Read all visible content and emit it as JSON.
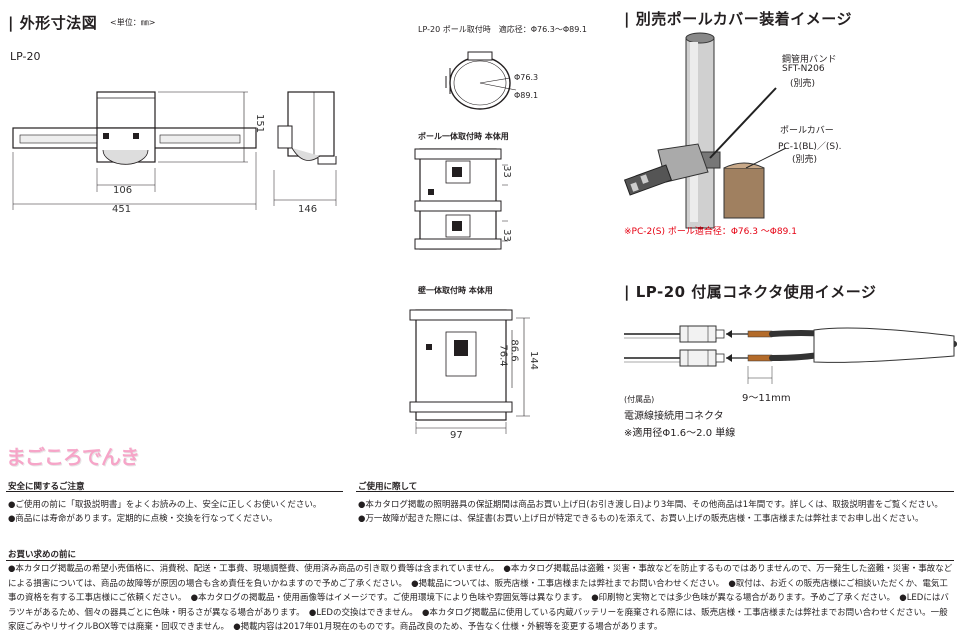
{
  "left": {
    "title": "| 外形寸法図",
    "unit": "<単位：㎜>",
    "model": "LP-20",
    "dims": {
      "d151": "151",
      "d106": "106",
      "d451": "451",
      "d146": "146"
    }
  },
  "middle": {
    "pole_title": "LP-20 ポール取付時　適応径：Φ76.3～Φ89.1",
    "pole_d1": "Φ76.3",
    "pole_d2": "Φ89.1",
    "pole_body_title": "ポール一体取付時 本体用",
    "pole_body_dim_a": "33",
    "pole_body_dim_b": "33",
    "wall_body_title": "壁一体取付時 本体用",
    "wall_dims": {
      "d86": "86.6",
      "d76": "76.4",
      "d144": "144",
      "d97": "97"
    }
  },
  "right": {
    "cover_title": "| 別売ポールカバー装着イメージ",
    "band_label_1": "鋼管用バンド",
    "band_label_2": "SFT-N206",
    "band_label_3": "(別売)",
    "cover_label_1": "ポールカバー",
    "cover_label_2": "PC-1(BL)／(S).",
    "cover_label_3": "(別売)",
    "cover_note": "※PC-2(S) ポール適合径：Φ76.3 ～Φ89.1",
    "connector_title": "| LP-20 付属コネクタ使用イメージ",
    "connector_dim": "9～11mm",
    "acc_label": "(付属品)",
    "acc_name": "電源線接続用コネクタ",
    "acc_note": "※適用径Φ1.6～2.0 単線"
  },
  "logo": "まごころでんき",
  "notes": {
    "safety_title": "安全に関するご注意",
    "safety_lines": [
      "●ご使用の前に「取扱説明書」をよくお読みの上、安全に正しくお使いください。",
      "●商品には寿命があります。定期的に点検・交換を行なってください。"
    ],
    "usage_title": "ご使用に際して",
    "usage_lines": [
      "●本カタログ掲載の照明器具の保証期間は商品お買い上げ日(お引き渡し日)より3年間、その他商品は1年間です。詳しくは、取扱説明書をご覧ください。　●万一故障が起きた際には、保証書(お買い上げ日が特定できるもの)を添えて、お買い上げの販売店様・工事店様または弊社までお申し出ください。"
    ],
    "purchase_title": "お買い求めの前に",
    "purchase_text": "●本カタログ掲載品の希望小売価格に、消費税、配送・工事費、現場調整費、使用済み商品の引き取り費等は含まれていません。　●本カタログ掲載品は盗難・災害・事故などを防止するものではありませんので、万一発生した盗難・災害・事故などによる損害については、商品の故障等が原因の場合も含め責任を負いかねますので予めご了承ください。　●掲載品については、販売店様・工事店様または弊社までお問い合わせください。　●取付は、お近くの販売店様にご相談いただくか、電気工事の資格を有する工事店様にご依頼ください。　●本カタログの掲載品・使用画像等はイメージです。ご使用環境下により色味や雰囲気等は異なります。　●印刷物と実物とでは多少色味が異なる場合があります。予めご了承ください。　●LEDにはバラツキがあるため、個々の器具ごとに色味・明るさが異なる場合があります。　●LEDの交換はできません。　●本カタログ掲載品に使用している内蔵バッテリーを廃棄される際には、販売店様・工事店様または弊社までお問い合わせください。一般家庭ごみやリサイクルBOX等では廃棄・回収できません。　●掲載内容は2017年01月現在のものです。商品改良のため、予告なく仕様・外観等を変更する場合があります。"
  }
}
